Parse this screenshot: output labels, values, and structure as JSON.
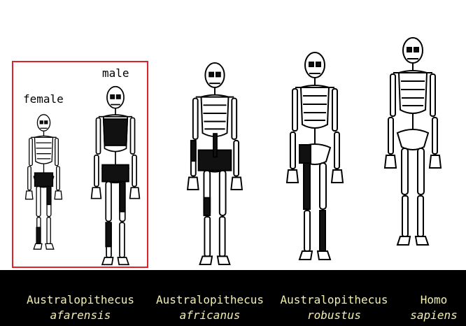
{
  "labels": {
    "female": "female",
    "male": "male"
  },
  "captions": [
    {
      "genus": "Australopithecus",
      "species": "afarensis"
    },
    {
      "genus": "Australopithecus",
      "species": "africanus"
    },
    {
      "genus": "Australopithecus",
      "species": "robustus"
    },
    {
      "genus": "Homo",
      "species": "sapiens"
    }
  ],
  "colors": {
    "background": "#000000",
    "panel": "#ffffff",
    "frame": "#e0202a",
    "caption_text": "#f2efb0"
  }
}
